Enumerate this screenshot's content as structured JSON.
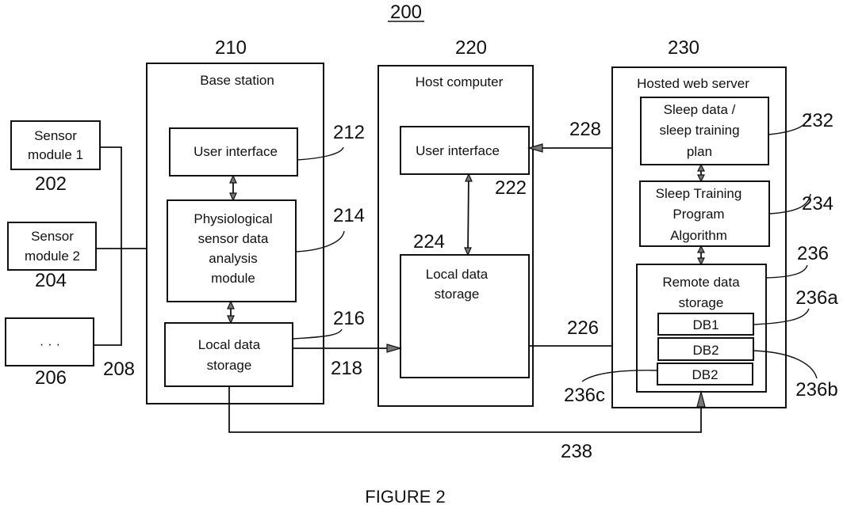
{
  "figure": {
    "number_ref": "200",
    "caption": "FIGURE 2"
  },
  "sensors": [
    {
      "lines": [
        "Sensor",
        "module 1"
      ],
      "ref": "202"
    },
    {
      "lines": [
        "Sensor",
        "module 2"
      ],
      "ref": "204"
    },
    {
      "lines": [
        "· · ·"
      ],
      "ref": "206"
    }
  ],
  "sensor_bus_ref": "208",
  "base_station": {
    "ref": "210",
    "title": "Base station",
    "user_interface": {
      "label": "User interface",
      "ref": "212"
    },
    "analysis_module": {
      "lines": [
        "Physiological",
        "sensor data",
        "analysis",
        "module"
      ],
      "ref": "214"
    },
    "local_storage": {
      "lines": [
        "Local data",
        "storage"
      ],
      "ref": "216"
    }
  },
  "host_computer": {
    "ref": "220",
    "title": "Host computer",
    "user_interface": {
      "label": "User interface",
      "ref": "222"
    },
    "local_storage": {
      "lines": [
        "Local data",
        "storage"
      ],
      "ref": "224"
    }
  },
  "web_server": {
    "ref": "230",
    "title": "Hosted web server",
    "sleep_plan": {
      "lines": [
        "Sleep data /",
        "sleep training",
        "plan"
      ],
      "ref": "232"
    },
    "algorithm": {
      "lines": [
        "Sleep Training",
        "Program",
        "Algorithm"
      ],
      "ref": "234"
    },
    "remote_storage": {
      "lines": [
        "Remote data",
        "storage"
      ],
      "ref": "236",
      "databases": [
        {
          "label": "DB1",
          "ref": "236a"
        },
        {
          "label": "DB2",
          "ref": "236b"
        },
        {
          "label": "DB2",
          "ref": "236c"
        }
      ]
    }
  },
  "links": {
    "base_to_host": "218",
    "host_to_server": "226",
    "server_to_host_ui": "228",
    "base_to_server": "238"
  }
}
